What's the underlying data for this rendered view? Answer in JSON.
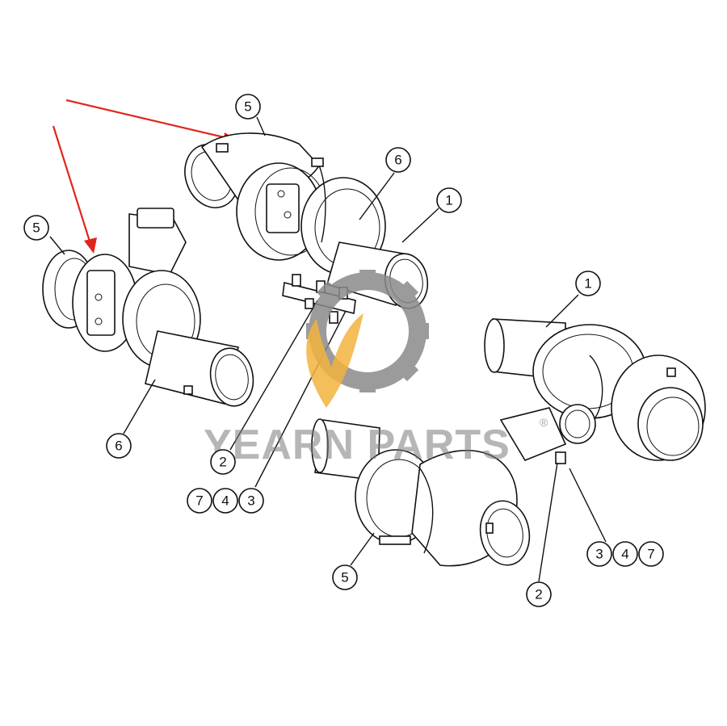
{
  "callouts": {
    "top_left_5": "5",
    "top_center_5": "5",
    "top_center_6": "6",
    "top_center_1": "1",
    "left_6": "6",
    "left_2": "2",
    "group_7": "7",
    "group_4": "4",
    "group_3": "3",
    "right_1": "1",
    "bottom_5": "5",
    "right_3": "3",
    "right_4": "4",
    "right_7": "7",
    "bottom_right_2": "2"
  },
  "watermark": {
    "text": "YEARN PARTS",
    "registered": "®"
  },
  "colors": {
    "arrow": "#e0261c",
    "logo_gear": "#8a8a8a",
    "logo_flame": "#f2b33d",
    "line_art": "#111111"
  }
}
